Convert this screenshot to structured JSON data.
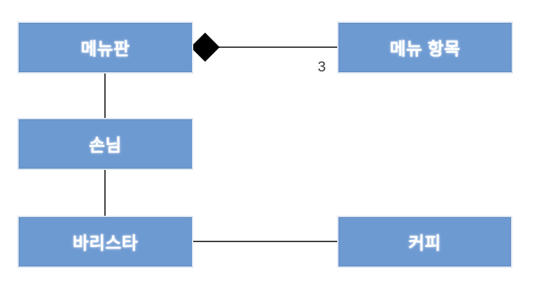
{
  "diagram": {
    "type": "uml-class-diagram",
    "background_color": "#FFFFFF",
    "box_fill_color": "#6E9AD2",
    "box_border_color": "#5B87BF",
    "box_outline_color": "#DCE6F2",
    "box_text_color": "#FFFFFF",
    "line_color": "#3A3A3A",
    "diamond_color": "#000000",
    "nodes": [
      {
        "id": "menu-board",
        "label": "메뉴판"
      },
      {
        "id": "menu-item",
        "label": "메뉴 항목"
      },
      {
        "id": "customer",
        "label": "손님"
      },
      {
        "id": "barista",
        "label": "바리스타"
      },
      {
        "id": "coffee",
        "label": "커피"
      }
    ],
    "edges": [
      {
        "id": "board-item",
        "from": "menu-board",
        "to": "menu-item",
        "relation": "composition",
        "marker": "filled-diamond",
        "marker_end": "menu-board",
        "multiplicity": "3"
      },
      {
        "id": "board-customer",
        "from": "menu-board",
        "to": "customer",
        "relation": "association",
        "marker": "none",
        "multiplicity": ""
      },
      {
        "id": "customer-barista",
        "from": "customer",
        "to": "barista",
        "relation": "association",
        "marker": "none",
        "multiplicity": ""
      },
      {
        "id": "barista-coffee",
        "from": "barista",
        "to": "coffee",
        "relation": "association",
        "marker": "none",
        "multiplicity": ""
      }
    ]
  }
}
